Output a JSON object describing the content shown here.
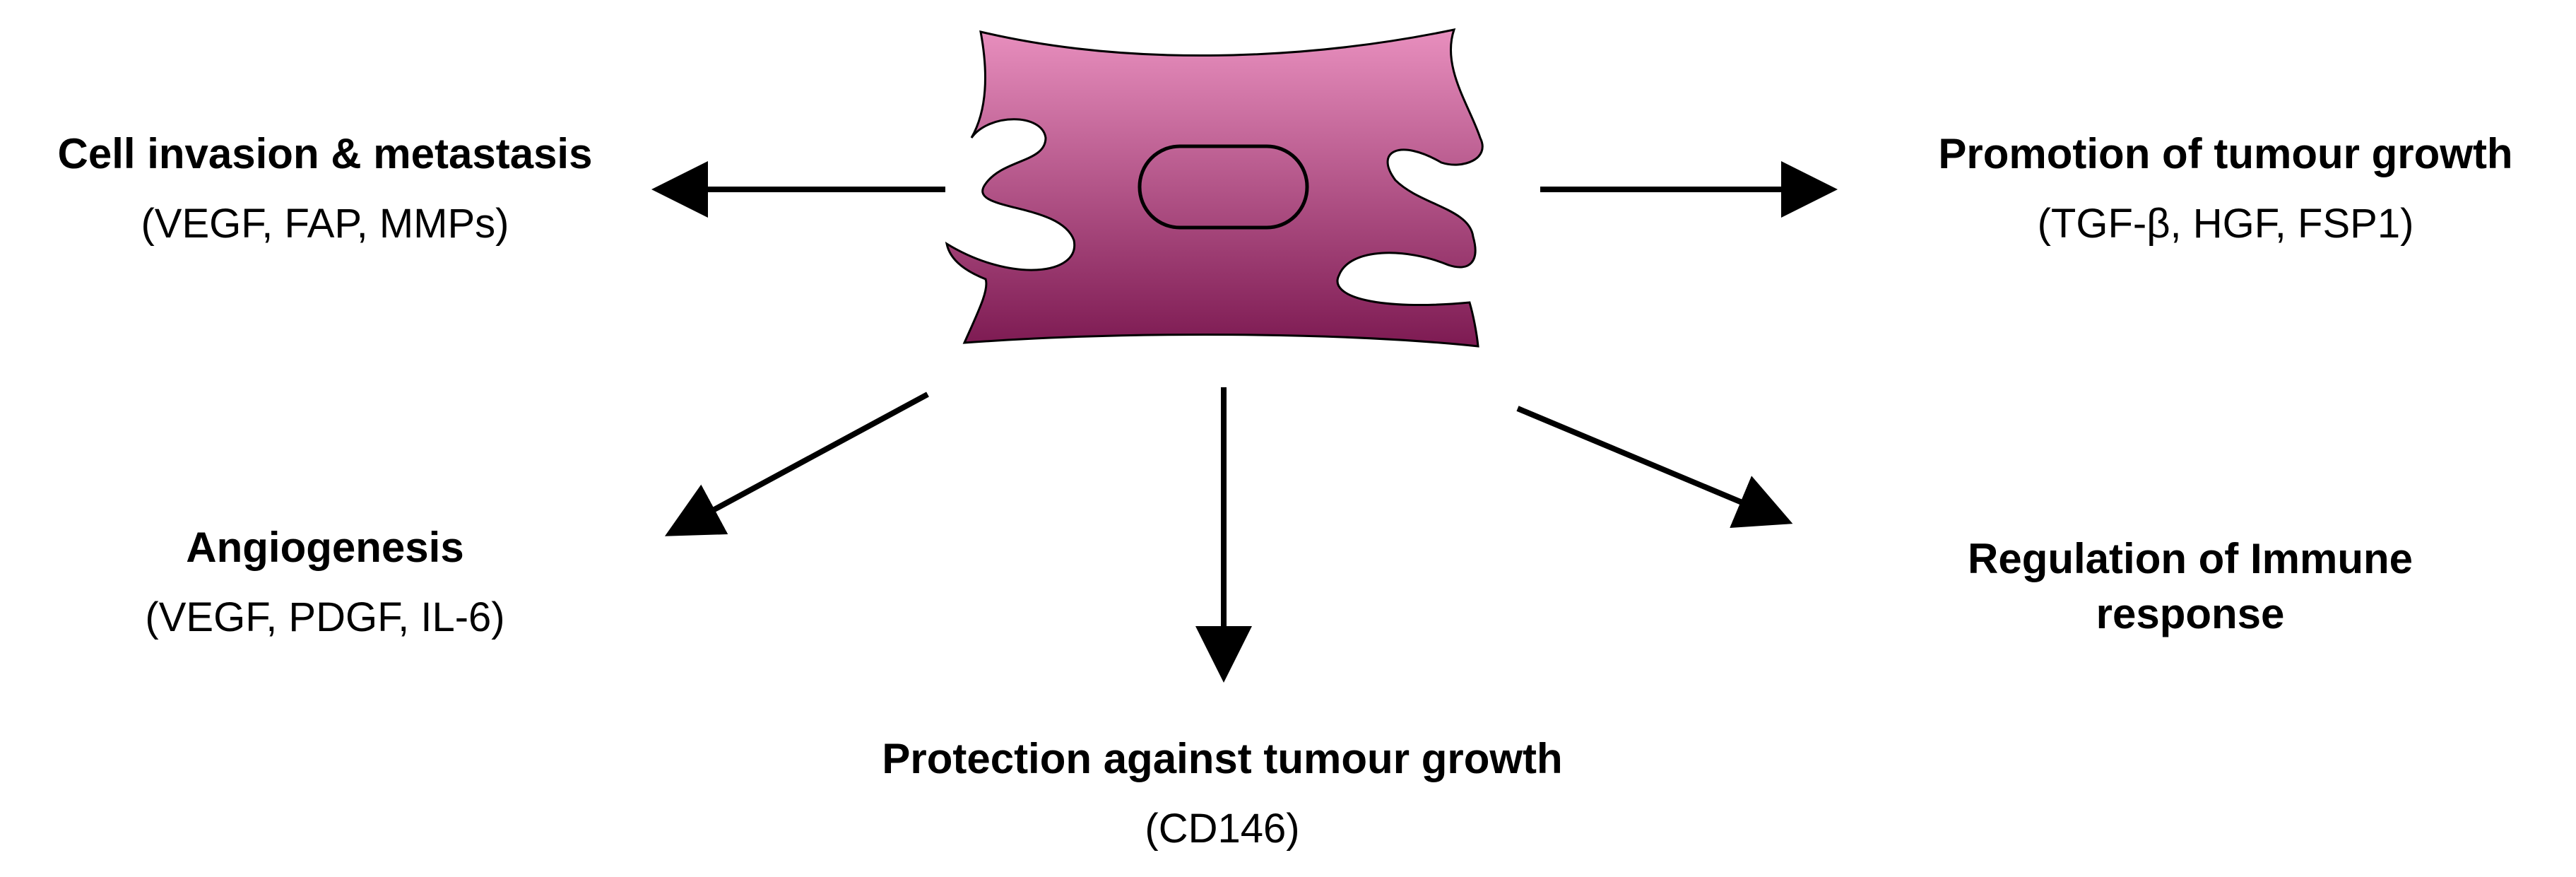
{
  "cell": {
    "icon": "fibroblast-cell-icon",
    "fill_top": "#e88fbe",
    "fill_bottom": "#7d1a52",
    "stroke": "#000000"
  },
  "nodes": {
    "invasion": {
      "title": "Cell invasion & metastasis",
      "factors": "(VEGF, FAP, MMPs)"
    },
    "growth_promotion": {
      "title": "Promotion of tumour growth",
      "factors": "(TGF-β, HGF, FSP1)"
    },
    "angiogenesis": {
      "title": "Angiogenesis",
      "factors": "(VEGF, PDGF, IL-6)"
    },
    "protection": {
      "title": "Protection against tumour growth",
      "factors": "(CD146)"
    },
    "immune": {
      "title": "Regulation of Immune response"
    }
  },
  "arrows": {
    "color": "#000000"
  }
}
